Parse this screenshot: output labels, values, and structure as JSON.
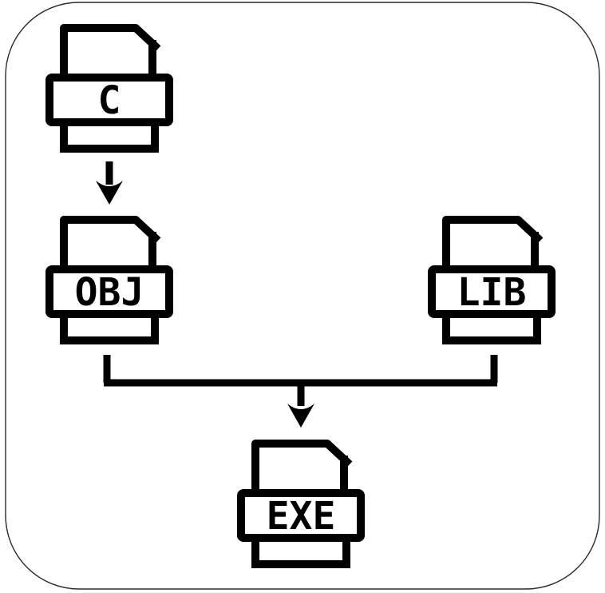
{
  "diagram": {
    "background_color": "#ffffff",
    "icon_stroke_color": "#000000",
    "border_color": "#2b2b2b",
    "nodes": [
      {
        "id": "c",
        "label": "C",
        "type": "file-icon",
        "position": "top-left"
      },
      {
        "id": "obj",
        "label": "OBJ",
        "type": "file-icon",
        "position": "middle-left"
      },
      {
        "id": "lib",
        "label": "LIB",
        "type": "file-icon",
        "position": "middle-right"
      },
      {
        "id": "exe",
        "label": "EXE",
        "type": "file-icon",
        "position": "bottom-center"
      }
    ],
    "edges": [
      {
        "from": "c",
        "to": "obj",
        "style": "straight-arrow"
      },
      {
        "from": "obj",
        "to": "exe",
        "style": "bracket-arrow"
      },
      {
        "from": "lib",
        "to": "exe",
        "style": "bracket-arrow"
      }
    ]
  }
}
